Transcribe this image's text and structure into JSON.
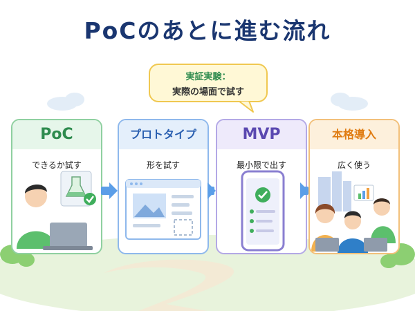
{
  "title": "PoCのあとに進む流れ",
  "callout": {
    "line1": "実証実験：",
    "line2": "実際の場面で試す"
  },
  "stages": [
    {
      "title": "PoC",
      "subtitle": "できるか試す"
    },
    {
      "title": "プロトタイプ",
      "subtitle": "形を試す"
    },
    {
      "title": "MVP",
      "subtitle": "最小限で出す"
    },
    {
      "title": "本格導入",
      "subtitle": "広く使う"
    }
  ],
  "colors": {
    "title": "#1a3670",
    "poc": "#2e8b4e",
    "prototype": "#2a5fb0",
    "mvp": "#5a48b0",
    "rollout": "#e07c12",
    "arrow": "#5b9ee8"
  }
}
